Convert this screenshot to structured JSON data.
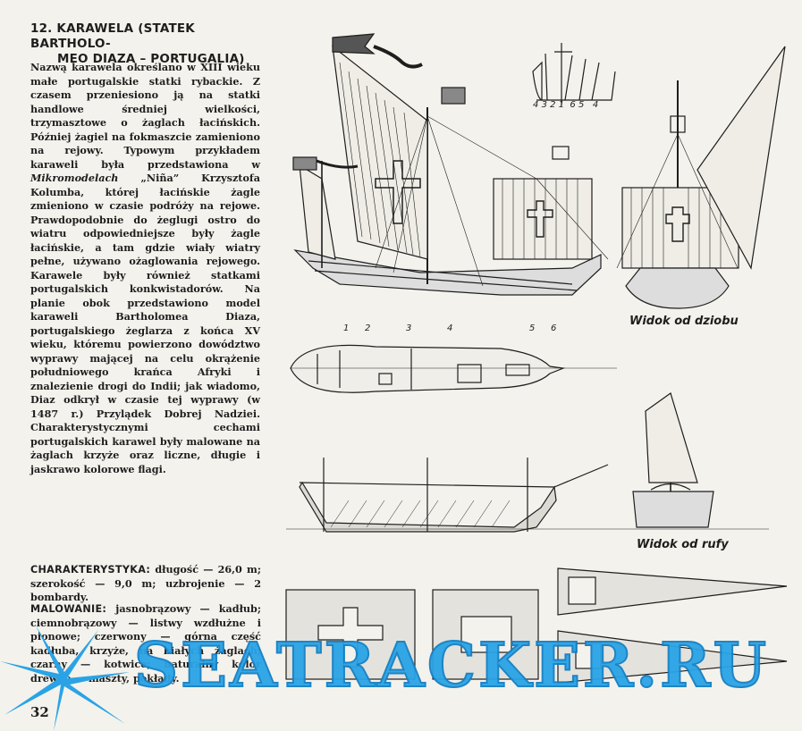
{
  "title": {
    "line1": "12. KARAWELA (STATEK BARTHOLO-",
    "line2": "MEO DIAZA – PORTUGALIA)"
  },
  "body": {
    "p1": "Nazwą karawela określano w XIII wieku małe portugalskie statki rybackie. Z czasem przeniesiono ją na statki handlowe średniej wielkości, trzymasztowe o żaglach łacińskich. Później żagiel na fokmaszcie zamieniono na rejowy. Typowym przykładem karaweli była przedstawiona w ",
    "italic": "Mikromodelach",
    "p2": " „Niña” Krzysztofa Kolumba, której łacińskie żagle zmieniono w czasie podróży na rejowe. Prawdopodobnie do żeglugi ostro do wiatru odpowiedniejsze były żagle łacińskie, a tam gdzie wiały wiatry pełne, używano ożaglowania rejowego. Karawele były również statkami portugalskich konkwistadorów. Na planie obok przedstawiono model karaweli Bartholomea Diaza, portugalskiego żeglarza z końca XV wieku, któremu powierzono dowództwo wyprawy mającej na celu okrążenie południowego krańca Afryki i znalezienie drogi do Indii; jak wiadomo, Diaz odkrył w czasie tej wyprawy (w 1487 r.) Przylądek Dobrej Nadziei. Charakterystycznymi cechami portugalskich karawel były malowane na żaglach krzyże oraz liczne, długie i jaskrawo kolorowe flagi."
  },
  "spec": {
    "label": "CHARAKTERYSTYKA:",
    "text": " długość — 26,0 m; szerokość — 9,0 m; uzbrojenie — 2 bombardy."
  },
  "paint": {
    "label": "MALOWANIE:",
    "text": " jasnobrązowy — kadłub; ciemnobrązowy — listwy wzdłużne i pionowe; czerwony — górna część kadłuba, krzyże, na białych żaglach; czarny — kotwice; naturalny kolor drewna — maszty, pokłady."
  },
  "captions": {
    "bow": "Widok od dziobu",
    "stern": "Widok od rufy"
  },
  "frame_scale": [
    "4",
    "3",
    "2",
    "1",
    "6",
    "5",
    "4"
  ],
  "station_marks": [
    "1",
    "2",
    "3",
    "4",
    "5",
    "6"
  ],
  "page_number": "32",
  "watermark": "SEATRACKER.RU",
  "colors": {
    "watermark": "#2aa3e6",
    "ink": "#1e1e1e",
    "paper": "#f4f2ec"
  }
}
